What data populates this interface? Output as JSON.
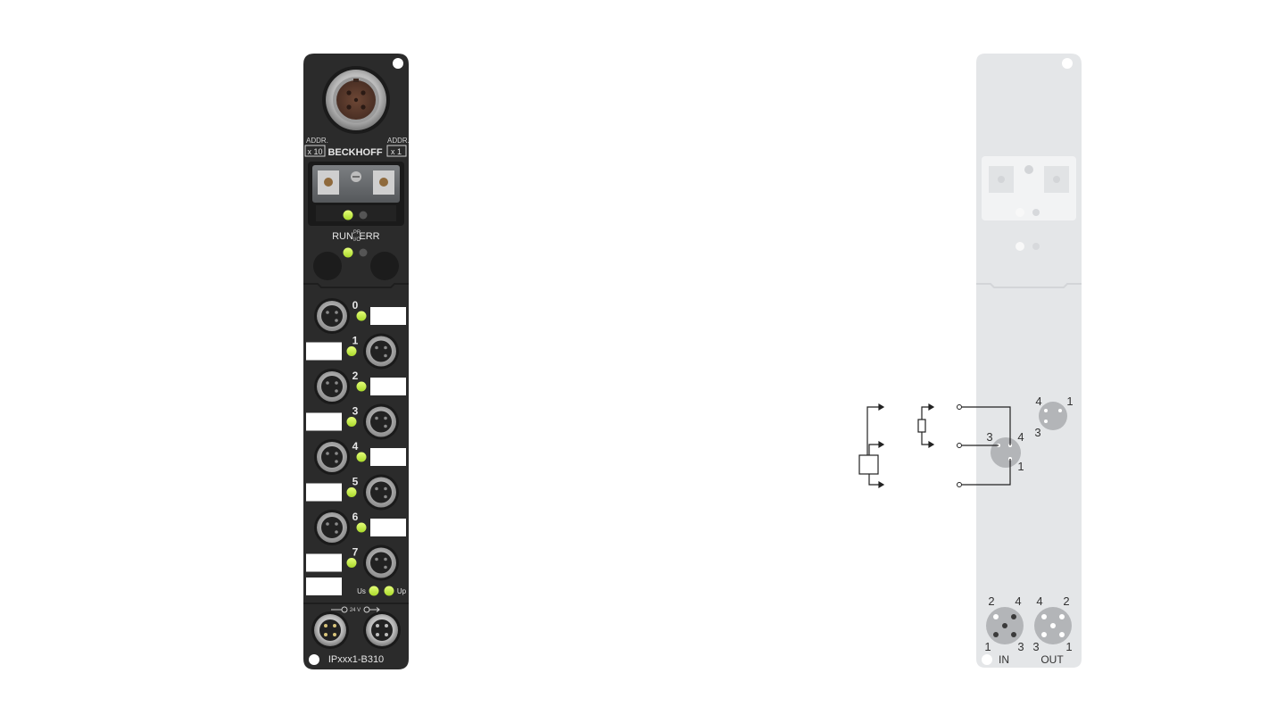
{
  "device": {
    "brand": "BECKHOFF",
    "model": "IPxxx1-B310",
    "addr_label": "ADDR.",
    "addr_x10": "x 10",
    "addr_x1": "x 1",
    "status": {
      "run": "RUN",
      "err": "ERR",
      "pr_top": "PR",
      "pr_bottom": "I/O"
    },
    "channels": [
      "0",
      "1",
      "2",
      "3",
      "4",
      "5",
      "6",
      "7"
    ],
    "power_leds": {
      "us": "Us",
      "up": "Up"
    },
    "power_voltage": "24 V"
  },
  "rear": {
    "signal_pins": {
      "top_left": "4",
      "top_right": "1",
      "bottom": "3"
    },
    "io_pins": {
      "left": "3",
      "right": "4",
      "bottom": "1"
    },
    "power_in": {
      "tl": "2",
      "tr": "4",
      "bl": "1",
      "br": "3",
      "label": "IN"
    },
    "power_out": {
      "tl": "4",
      "tr": "2",
      "bl": "3",
      "br": "1",
      "label": "OUT"
    }
  },
  "colors": {
    "housing": "#2b2b2b",
    "housing_dark": "#1f1f1f",
    "led_green": "#c8f03c",
    "rear_panel": "#e4e6e8",
    "connector_grey": "#b3b5b8",
    "label_white": "#ffffff"
  }
}
